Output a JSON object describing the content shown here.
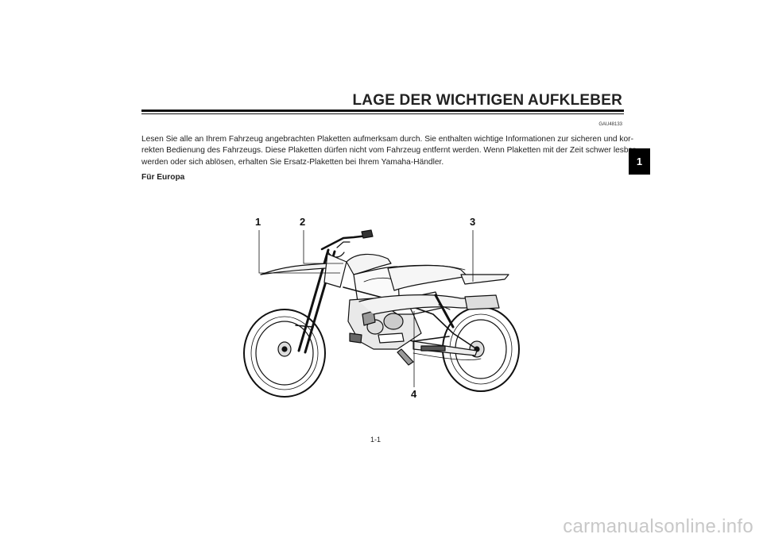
{
  "page": {
    "title": "LAGE DER WICHTIGEN AUFKLEBER",
    "code": "GAU48133",
    "body_lines": [
      "Lesen Sie alle an Ihrem Fahrzeug angebrachten Plaketten aufmerksam durch. Sie enthalten wichtige Informationen zur sicheren und kor-",
      "rekten Bedienung des Fahrzeugs. Diese Plaketten dürfen nicht vom Fahrzeug entfernt werden. Wenn Plaketten mit der Zeit schwer lesbar",
      "werden oder sich ablösen, erhalten Sie Ersatz-Plaketten bei Ihrem Yamaha-Händler."
    ],
    "subheading": "Für Europa",
    "chapter_tab": "1",
    "page_number": "1-1",
    "watermark": "carmanualsonline.info"
  },
  "figure": {
    "callouts": [
      "1",
      "2",
      "3",
      "4"
    ]
  },
  "colors": {
    "text": "#1a1a1a",
    "tab_background": "#000000",
    "watermark": "#c8c8c8"
  }
}
